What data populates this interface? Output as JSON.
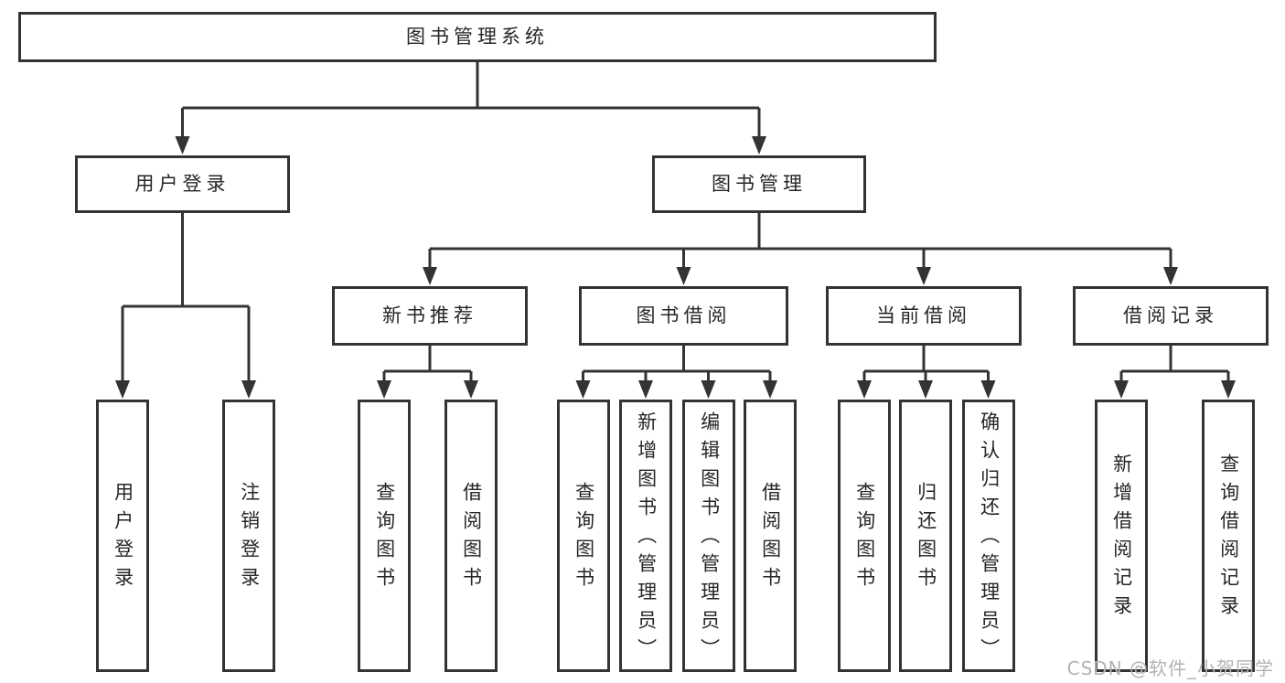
{
  "diagram": {
    "root": {
      "label": "图书管理系统"
    },
    "user_login": {
      "label": "用户登录",
      "children": {
        "login": {
          "label": "用户登录"
        },
        "logout": {
          "label": "注销登录"
        }
      }
    },
    "book_mgmt": {
      "label": "图书管理",
      "sections": {
        "new_book_rec": {
          "label": "新书推荐",
          "children": {
            "query_books": {
              "label": "查询图书"
            },
            "borrow_books": {
              "label": "借阅图书"
            }
          }
        },
        "book_borrow": {
          "label": "图书借阅",
          "children": {
            "query_books": {
              "label": "查询图书"
            },
            "add_books": {
              "label": "新增图书（管理员）"
            },
            "edit_books": {
              "label": "编辑图书（管理员）"
            },
            "borrow_books": {
              "label": "借阅图书"
            }
          }
        },
        "current_borrow": {
          "label": "当前借阅",
          "children": {
            "query_books": {
              "label": "查询图书"
            },
            "return_books": {
              "label": "归还图书"
            },
            "confirm_return": {
              "label": "确认归还（管理员）"
            }
          }
        },
        "borrow_records": {
          "label": "借阅记录",
          "children": {
            "add_record": {
              "label": "新增借阅记录"
            },
            "query_record": {
              "label": "查询借阅记录"
            }
          }
        }
      }
    }
  },
  "watermark": {
    "text": "CSDN @软件_小贺同学"
  },
  "colors": {
    "line": "#333333",
    "text": "#262626",
    "watermark": "#b3b3b3",
    "background": "#ffffff"
  }
}
